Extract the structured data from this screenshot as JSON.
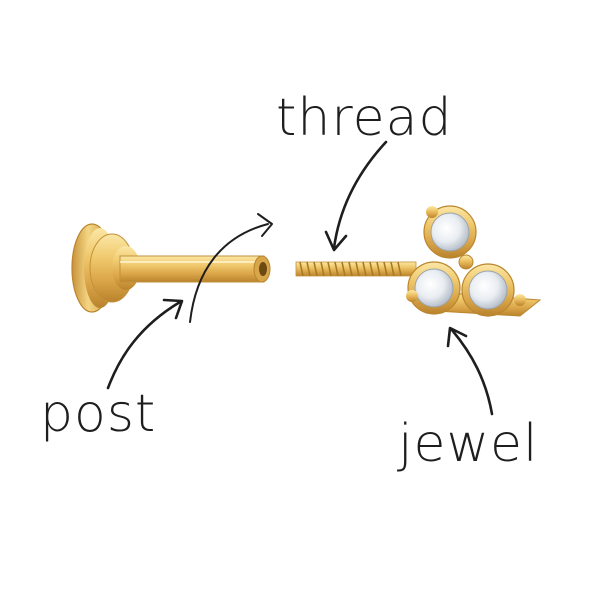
{
  "labels": {
    "thread": "thread",
    "post": "post",
    "jewel": "jewel"
  },
  "colors": {
    "background": "#ffffff",
    "gold_light": "#f6d98a",
    "gold_mid": "#e3b65a",
    "gold_dark": "#b9862e",
    "stone": "#eef1f4",
    "ink": "#1e1e1e"
  }
}
